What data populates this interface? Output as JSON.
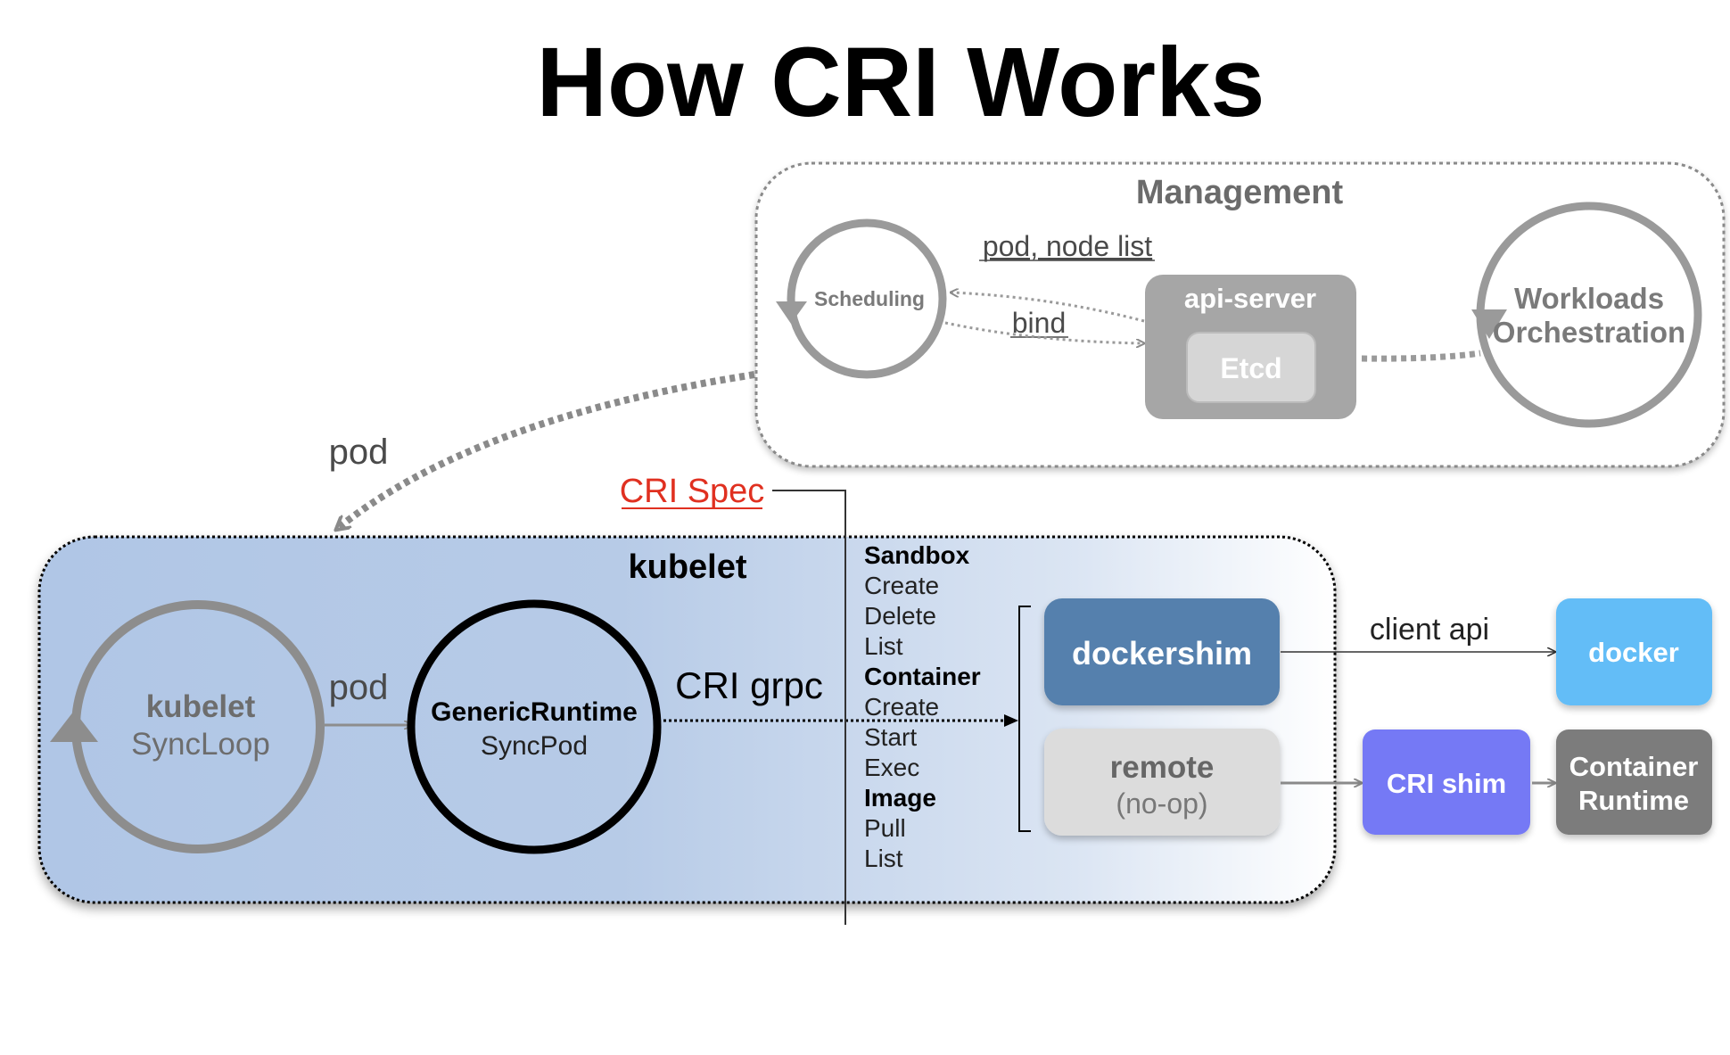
{
  "title": "How CRI Works",
  "management": {
    "label": "Management",
    "scheduling": "Scheduling",
    "api_server": "api-server",
    "etcd": "Etcd",
    "workloads_line1": "Workloads",
    "workloads_line2": "Orchestration",
    "pod_node_list": "pod, node list",
    "bind": "bind"
  },
  "pod_to_kubelet": "pod",
  "cri_spec": "CRI Spec",
  "kubelet": {
    "label": "kubelet",
    "syncloop_title": "kubelet",
    "syncloop_sub": "SyncLoop",
    "pod_arrow": "pod",
    "generic_runtime": "GenericRuntime",
    "syncpod": "SyncPod",
    "cri_grpc": "CRI grpc"
  },
  "spec_list": [
    {
      "text": "Sandbox",
      "bold": true
    },
    {
      "text": "Create",
      "bold": false
    },
    {
      "text": "Delete",
      "bold": false
    },
    {
      "text": "List",
      "bold": false
    },
    {
      "text": "Container",
      "bold": true
    },
    {
      "text": "Create",
      "bold": false
    },
    {
      "text": "Start",
      "bold": false
    },
    {
      "text": "Exec",
      "bold": false
    },
    {
      "text": "Image",
      "bold": true
    },
    {
      "text": "Pull",
      "bold": false
    },
    {
      "text": "List",
      "bold": false
    }
  ],
  "dockershim": "dockershim",
  "remote": "remote",
  "remote_sub": "(no-op)",
  "client_api": "client api",
  "docker": "docker",
  "cri_shim": "CRI shim",
  "container_runtime_line1": "Container",
  "container_runtime_line2": "Runtime",
  "colors": {
    "cri_spec_red": "#e03020",
    "dockershim": "#5480ad",
    "docker": "#63bdf7",
    "cri_shim": "#7479f5",
    "container_runtime": "#7c7c7c",
    "remote": "#dcdcdc",
    "api_server": "#a6a6a6",
    "etcd": "#d4d4d4",
    "kubelet_gradient_start": "#b3c8e6"
  }
}
